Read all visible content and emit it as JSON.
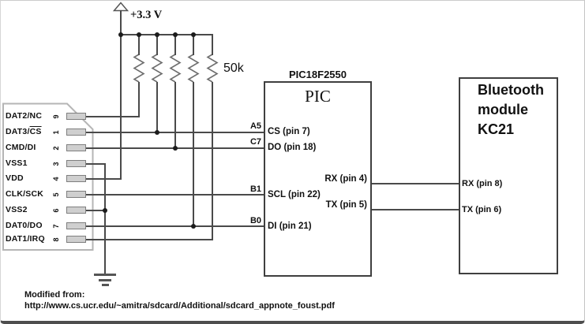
{
  "power": {
    "rail": "+3.3 V",
    "resistor_value": "50k",
    "wire_color": "#4a4a4a"
  },
  "sd_card": {
    "outline_color": "#b5b5b5",
    "pad_fill": "#cfcfcf",
    "pins": [
      {
        "base": "DAT2/NC",
        "over": "",
        "number": "9"
      },
      {
        "base": "DAT3/",
        "over": "CS",
        "number": "1"
      },
      {
        "base": "CMD/DI",
        "over": "",
        "number": "2"
      },
      {
        "base": "VSS1",
        "over": "",
        "number": "3"
      },
      {
        "base": "VDD",
        "over": "",
        "number": "4"
      },
      {
        "base": "CLK/SCK",
        "over": "",
        "number": "5"
      },
      {
        "base": "VSS2",
        "over": "",
        "number": "6"
      },
      {
        "base": "DAT0/DO",
        "over": "",
        "number": "7"
      },
      {
        "base": "DAT1/IRQ",
        "over": "",
        "number": "8"
      }
    ]
  },
  "pic": {
    "title": "PIC18F2550",
    "chip_label": "PIC",
    "pins": {
      "cs": "CS (pin 7)",
      "do": "DO (pin 18)",
      "scl": "SCL (pin 22)",
      "di": "DI (pin 21)",
      "rx": "RX (pin 4)",
      "tx": "TX (pin 5)"
    },
    "ports": {
      "a5": "A5",
      "c7": "C7",
      "b1": "B1",
      "b0": "B0"
    }
  },
  "bluetooth": {
    "title": "Bluetooth\nmodule\nKC21",
    "rx": "RX (pin 8)",
    "tx": "TX (pin 6)"
  },
  "footer": {
    "line1": "Modified from:",
    "line2": "http://www.cs.ucr.edu/~amitra/sdcard/Additional/sdcard_appnote_foust.pdf"
  }
}
